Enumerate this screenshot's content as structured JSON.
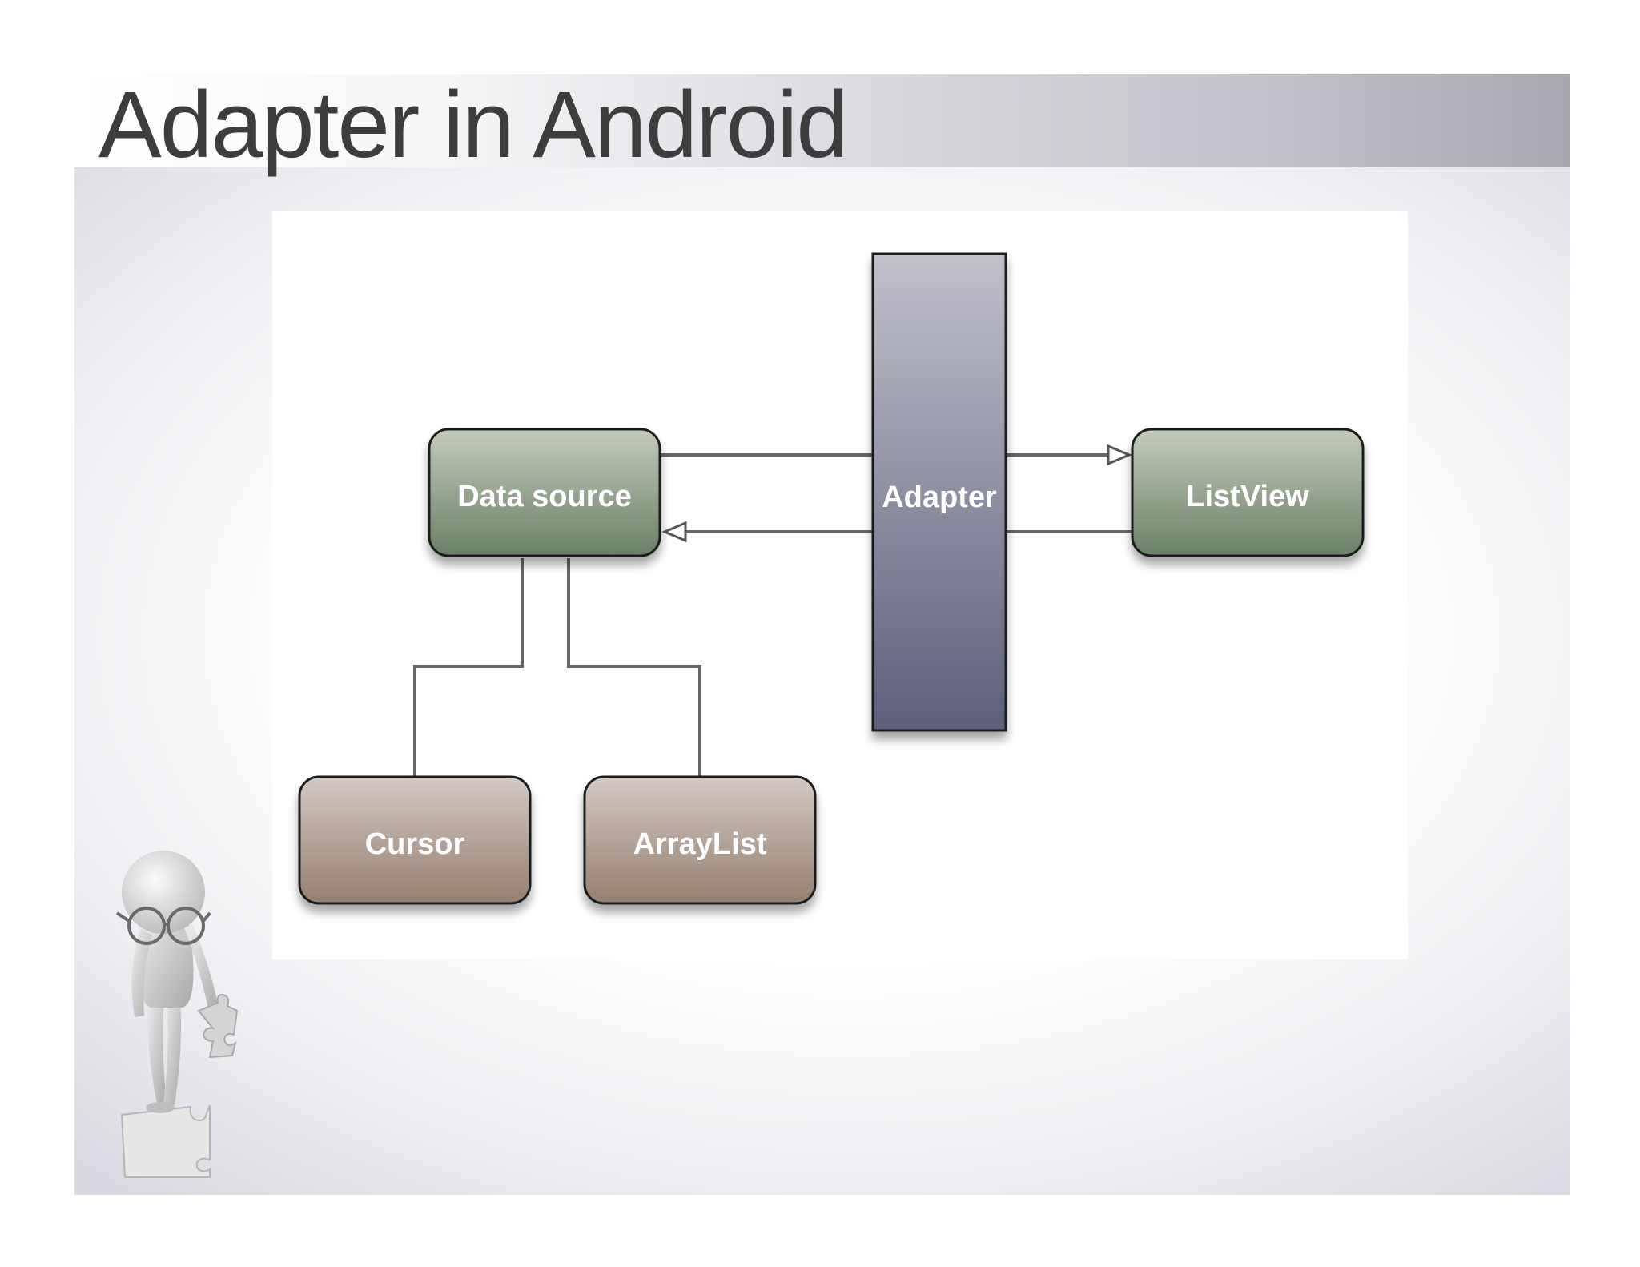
{
  "slide": {
    "title": "Adapter in Android"
  },
  "diagram": {
    "nodes": {
      "data_source": "Data source",
      "adapter": "Adapter",
      "list_view": "ListView",
      "cursor": "Cursor",
      "array_list": "ArrayList"
    },
    "colors": {
      "green_node_top": "#c3cbbb",
      "green_node_bottom": "#6a8066",
      "brown_node_top": "#d3c9c3",
      "brown_node_bottom": "#957f6f",
      "adapter_top": "#c1c1cb",
      "adapter_bottom": "#5d5e7a",
      "connector": "#666666",
      "title_text": "#3d3d3d"
    }
  },
  "decorations": {
    "mascot": "figure-with-glasses-holding-puzzle-piece-icon"
  }
}
